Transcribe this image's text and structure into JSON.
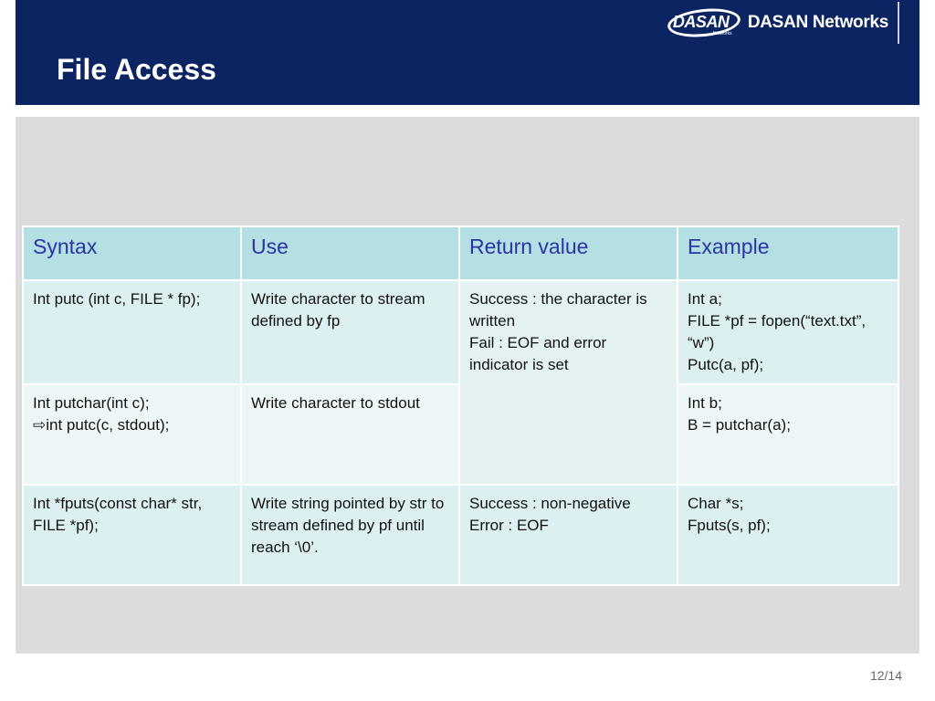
{
  "header": {
    "title": "File Access",
    "logo_mark": "DASAN",
    "logo_sub": "Networks",
    "logo_text": "DASAN Networks"
  },
  "table": {
    "headers": [
      "Syntax",
      "Use",
      "Return value",
      "Example"
    ],
    "rows": [
      {
        "syntax": [
          "Int putc (int c, FILE * fp);"
        ],
        "use": [
          "Write character to stream defined by fp"
        ],
        "return_value": [
          "Success : the character is written",
          "Fail : EOF and error indicator is set"
        ],
        "example": [
          "Int a;",
          "FILE *pf = fopen(“text.txt”, “w”)",
          "Putc(a, pf);"
        ]
      },
      {
        "syntax": [
          "Int putchar(int c);",
          "⇨int putc(c, stdout);"
        ],
        "use": [
          "Write character to stdout"
        ],
        "example": [
          "Int b;",
          "B = putchar(a);"
        ]
      },
      {
        "syntax": [
          "Int *fputs(const char* str, FILE *pf);"
        ],
        "use": [
          "Write string pointed by str to stream defined by pf until reach ‘\\0’."
        ],
        "return_value": [
          "Success : non-negative",
          "Error : EOF"
        ],
        "example": [
          "Char *s;",
          "Fputs(s, pf);"
        ]
      }
    ]
  },
  "footer": {
    "page": "12/14"
  },
  "colors": {
    "header_bg": "#0d2462",
    "table_header_bg": "#b4dfe3",
    "table_header_text": "#2b35a6",
    "content_bg": "#dcdcdc"
  }
}
